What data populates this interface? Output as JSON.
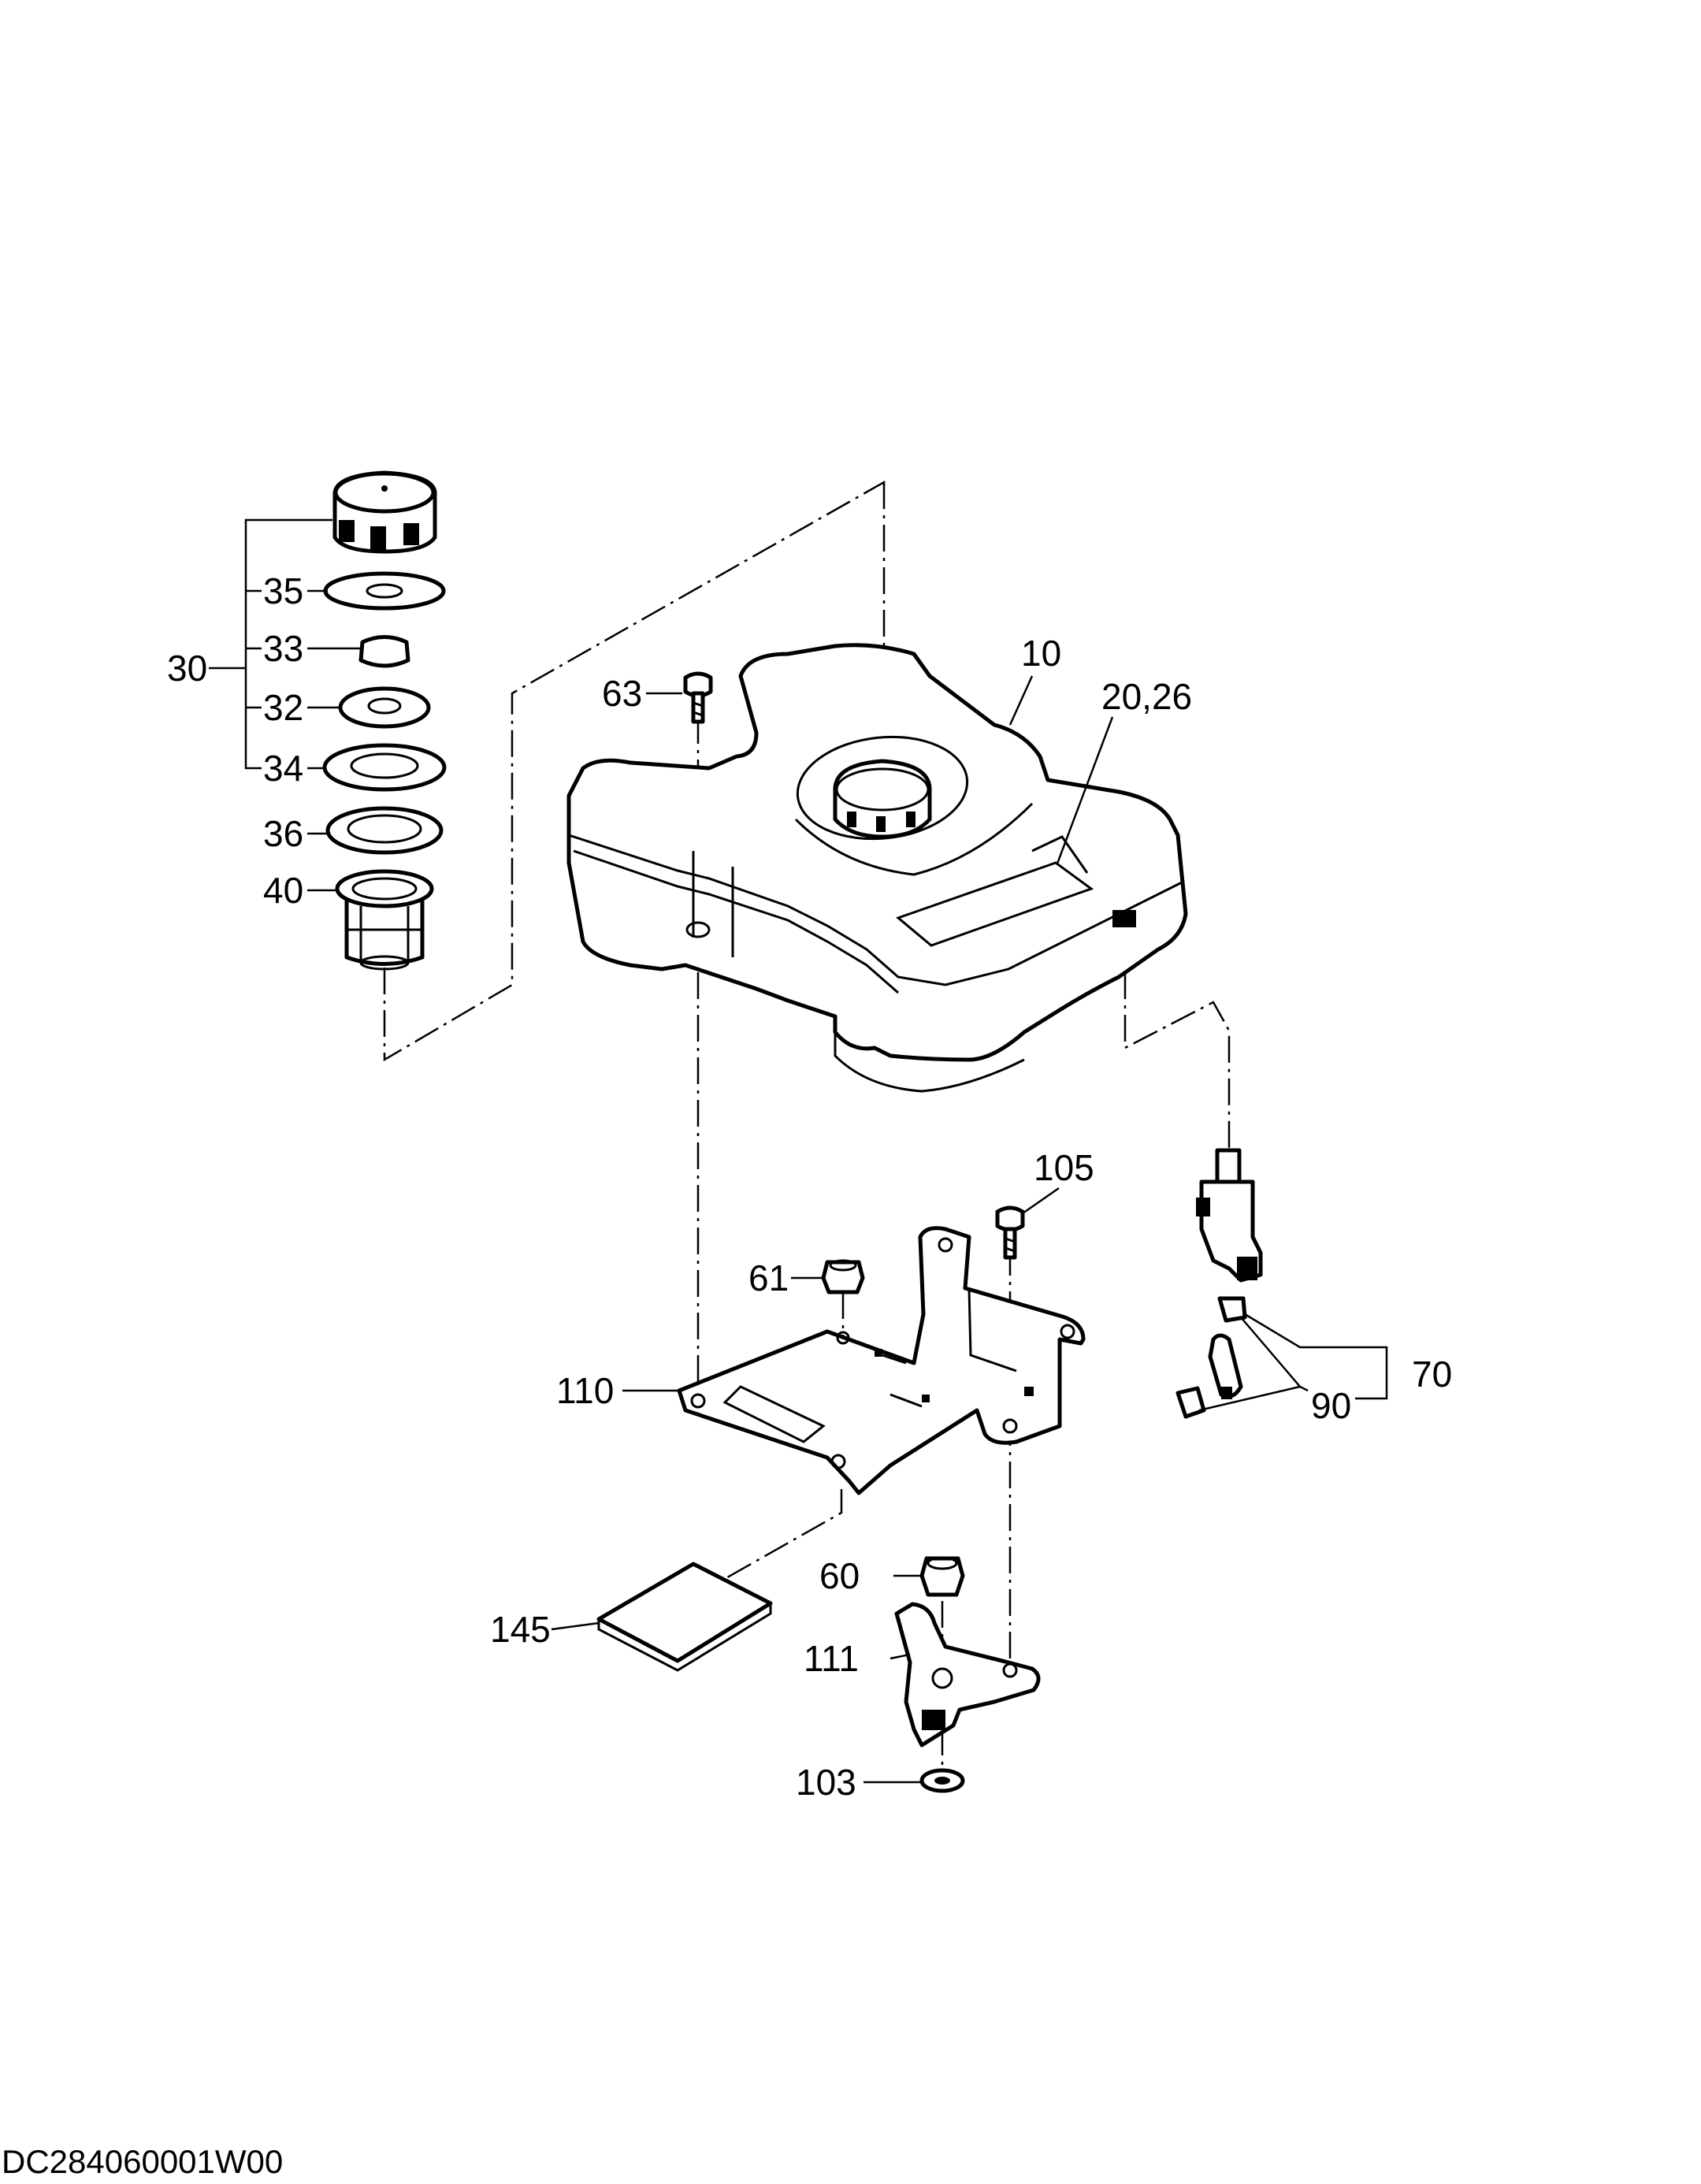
{
  "drawing_code": "DC284060001W00",
  "callouts": {
    "c10": "10",
    "c20_26": "20,26",
    "c30": "30",
    "c32": "32",
    "c33": "33",
    "c34": "34",
    "c35": "35",
    "c36": "36",
    "c40": "40",
    "c60": "60",
    "c61": "61",
    "c63": "63",
    "c70": "70",
    "c90": "90",
    "c103": "103",
    "c105": "105",
    "c110": "110",
    "c111": "111",
    "c145": "145"
  }
}
